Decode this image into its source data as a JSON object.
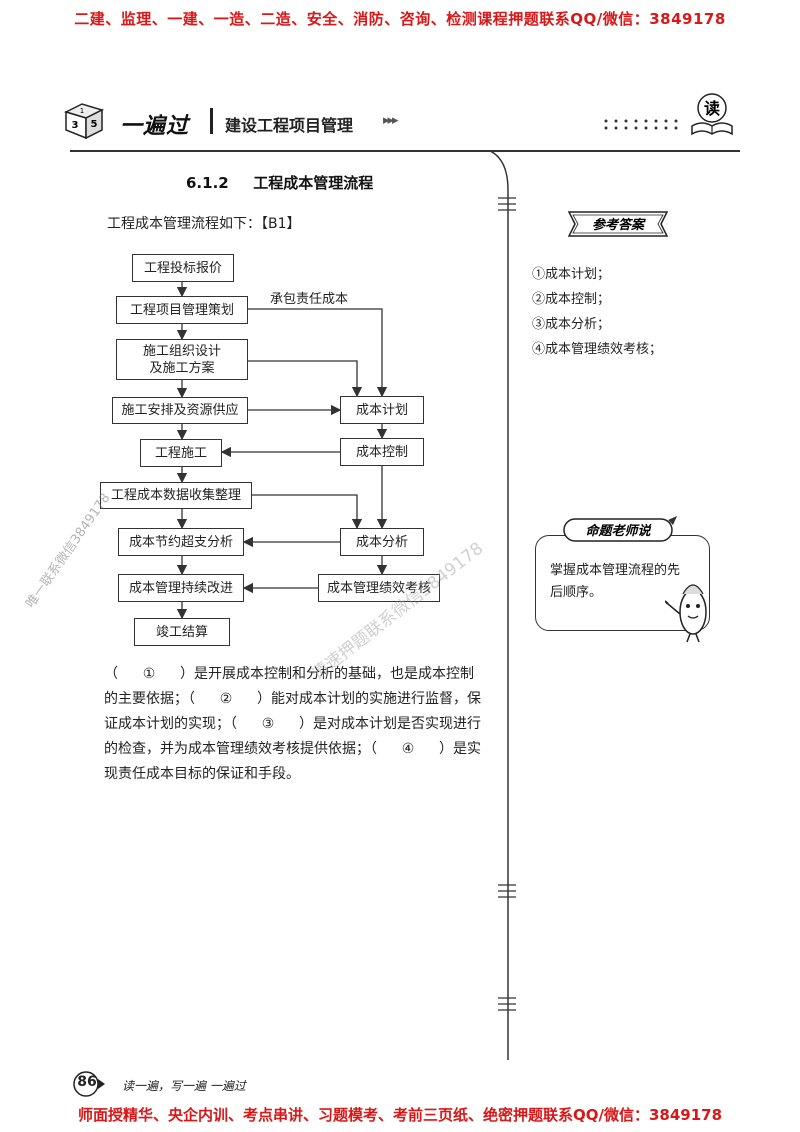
{
  "banners": {
    "top": "二建、监理、一建、一造、二造、安全、消防、咨询、检测课程押题联系QQ/微信：3849178",
    "bottom": "师面授精华、央企内训、考点串讲、习题模考、考前三页纸、绝密押题联系QQ/微信：3849178"
  },
  "header": {
    "brand": "一遍过",
    "title": "建设工程项目管理",
    "arrows": "▸▸▸",
    "read_badge": "读",
    "dice_faces": [
      "1",
      "3",
      "5"
    ]
  },
  "section": {
    "number": "6.1.2",
    "title": "工程成本管理流程",
    "intro": "工程成本管理流程如下：【B1】"
  },
  "flowchart": {
    "left_boxes": [
      "工程投标报价",
      "工程项目管理策划",
      "施工组织设计\n及施工方案",
      "施工安排及资源供应",
      "工程施工",
      "工程成本数据收集整理",
      "成本节约超支分析",
      "成本管理持续改进",
      "竣工结算"
    ],
    "right_boxes": [
      "成本计划",
      "成本控制",
      "成本分析",
      "成本管理绩效考核"
    ],
    "edge_label": "承包责任成本"
  },
  "paragraph": {
    "parts": [
      "（",
      "①",
      "）是开展成本控制和分析的基础，也是成本控制的主要依据；（",
      "②",
      "）能对成本计划的实施进行监督，保证成本计划的实现；（",
      "③",
      "）是对成本计划是否实现进行的检查，并为成本管理绩效考核提供依据；（",
      "④",
      "）是实现责任成本目标的保证和手段。"
    ]
  },
  "reference": {
    "badge": "参考答案",
    "answers": [
      "①成本计划；",
      "②成本控制；",
      "③成本分析；",
      "④成本管理绩效考核；"
    ]
  },
  "teacher": {
    "badge": "命题老师说",
    "text": "掌握成本管理流程的先后顺序。"
  },
  "watermarks": {
    "left": "唯一联系微信3849178",
    "center": "请速押题联系微信3849178"
  },
  "footer": {
    "page_number": "86",
    "slogan": "读一遍，写一遍 一遍过"
  },
  "colors": {
    "banner_red": "#d81818",
    "ink": "#222222"
  }
}
